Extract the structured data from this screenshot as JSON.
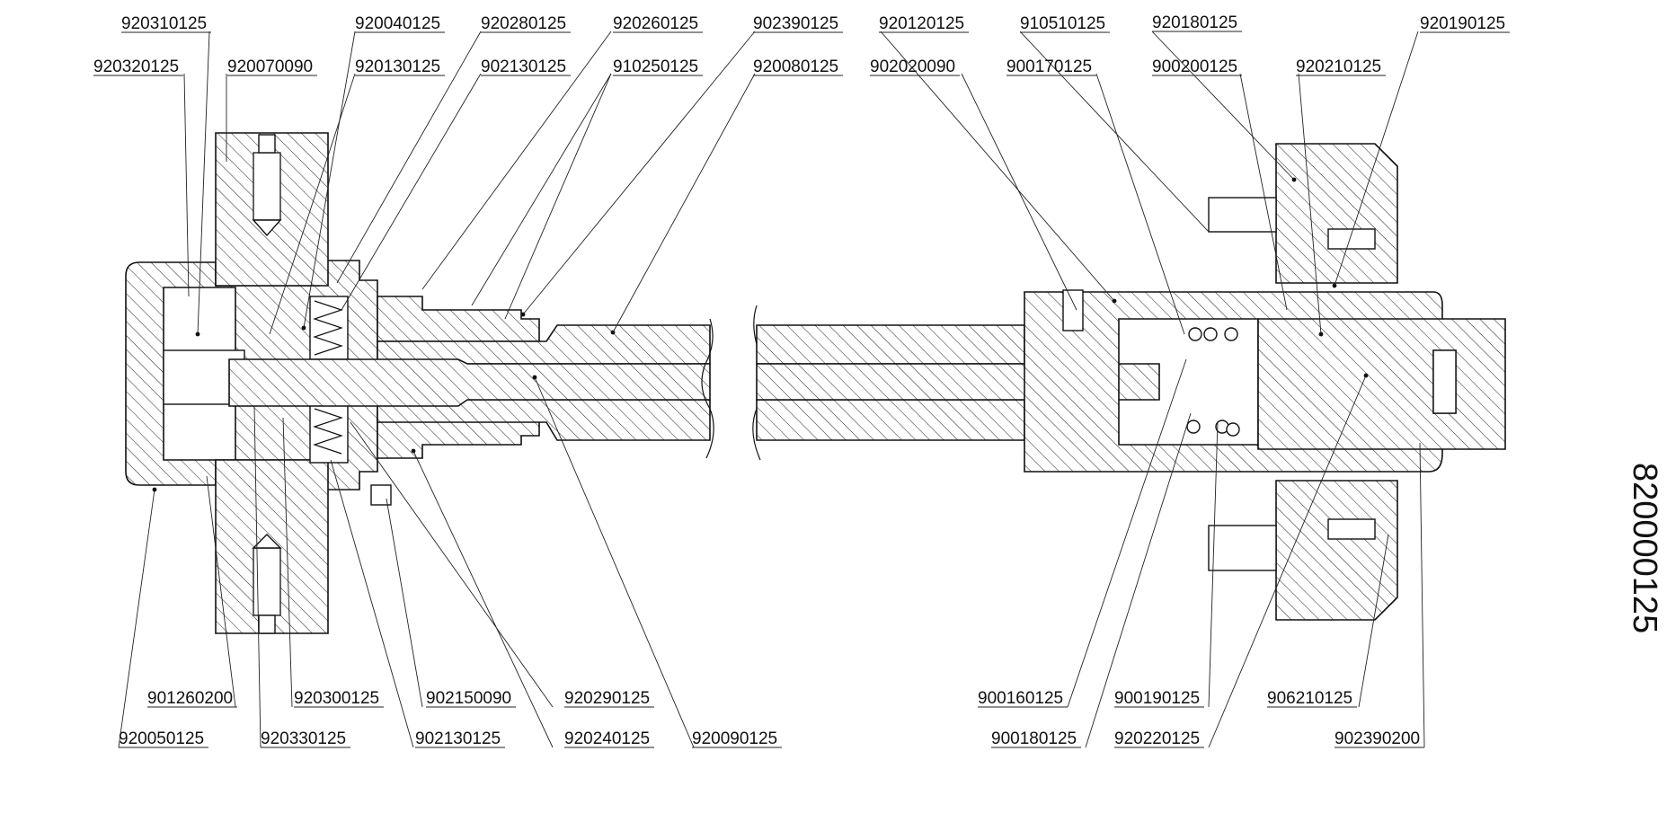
{
  "drawing_number": "820000125",
  "callouts_top": [
    "920310125",
    "920040125",
    "920280125",
    "920260125",
    "902390125",
    "920120125",
    "910510125",
    "920180125",
    "920190125",
    "920320125",
    "920070090",
    "920130125",
    "902130125",
    "910250125",
    "920080125",
    "902020090",
    "900170125",
    "900200125",
    "920210125"
  ],
  "callouts_bottom": [
    "901260200",
    "920300125",
    "902150090",
    "920290125",
    "900160125",
    "900190125",
    "906210125",
    "920050125",
    "920330125",
    "902130125",
    "920240125",
    "920090125",
    "900180125",
    "920220125",
    "902390200"
  ]
}
